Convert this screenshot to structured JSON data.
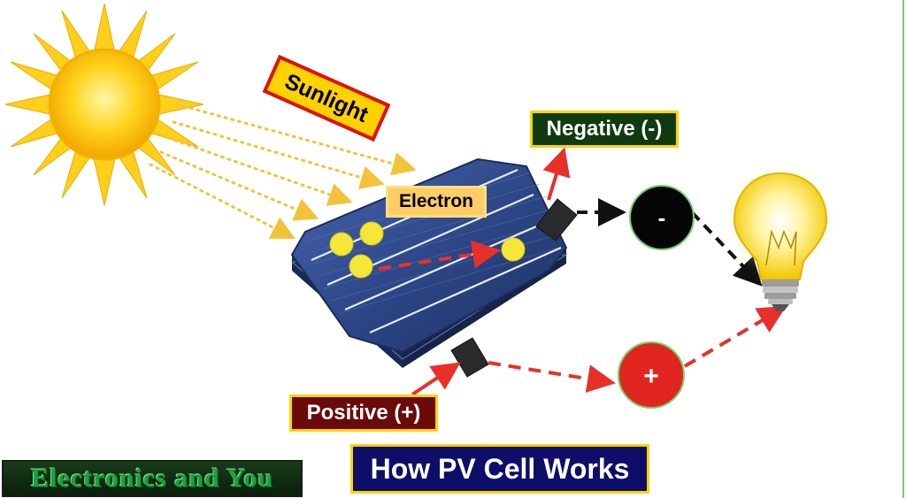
{
  "labels": {
    "sunlight": "Sunlight",
    "negative": "Negative (-)",
    "electron": "Electron",
    "positive": "Positive (+)",
    "title": "How PV Cell Works"
  },
  "nodes": {
    "negative_symbol": "-",
    "positive_symbol": "+"
  },
  "brand": {
    "logo_text": "Electronics and You"
  },
  "colors": {
    "sun": "#ffd200",
    "flow_arrow": "#e8302a",
    "negative_wire": "#111111",
    "cell": "#2a4a8a"
  }
}
